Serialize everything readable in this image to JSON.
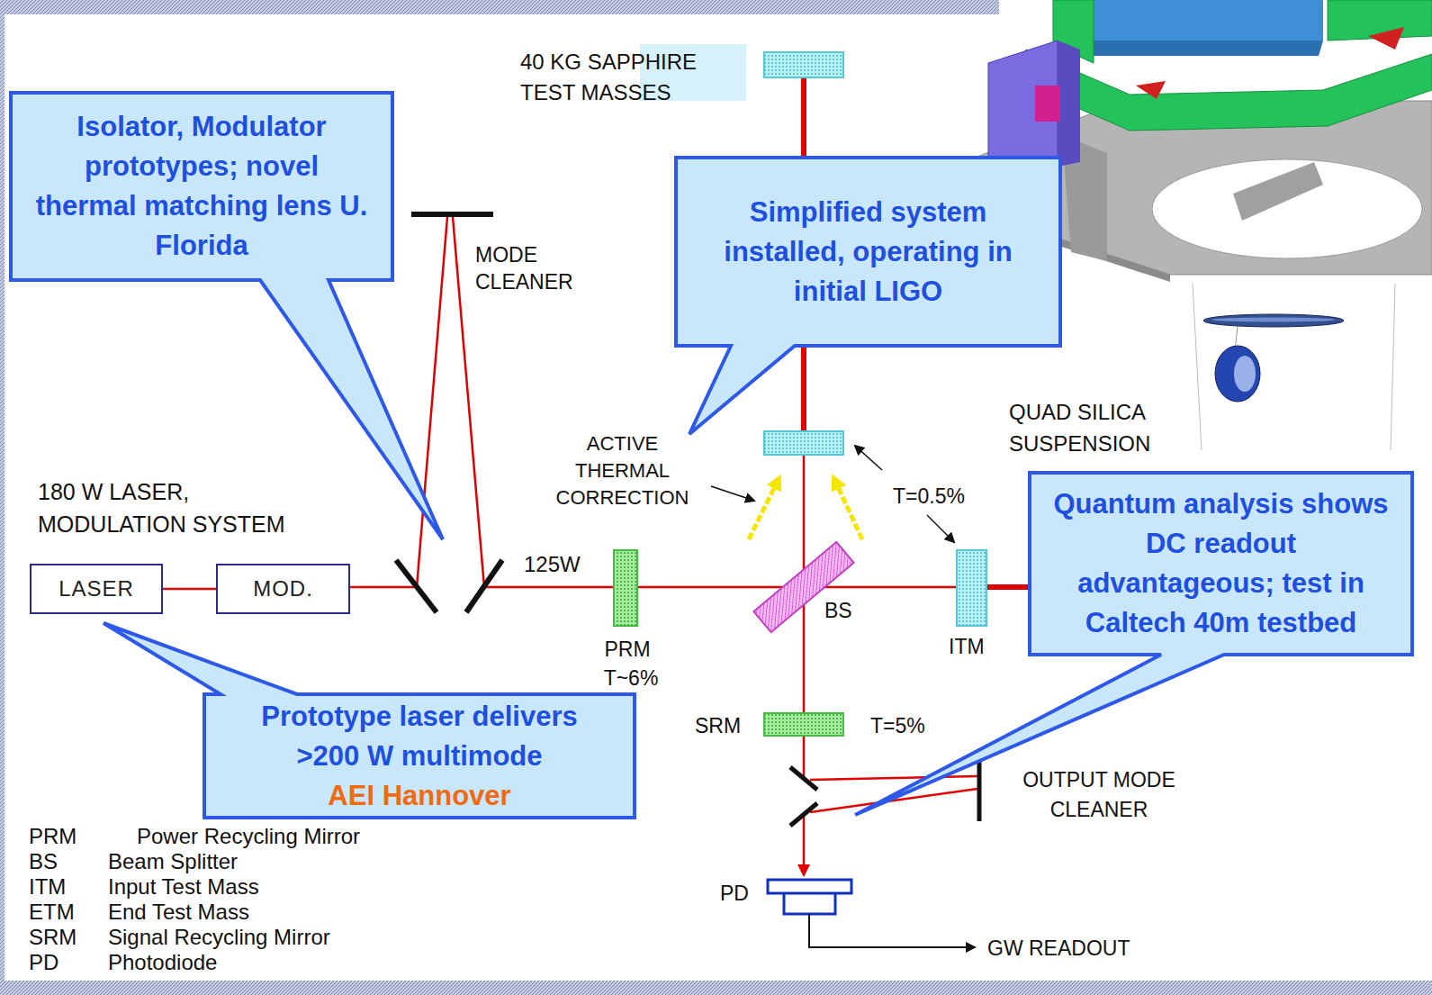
{
  "diagram": {
    "nodes": [
      {
        "text": [
          "Isolator, Modulator prototypes; novel thermal matching lens U. Florida"
        ]
      },
      {
        "text": [
          "Simplified system installed, operating in initial LIGO"
        ]
      },
      {
        "text": [
          "Quantum analysis shows DC readout advantageous; test in Caltech 40m testbed"
        ]
      },
      {
        "text": [
          "LASER"
        ]
      },
      {
        "text": [
          "MOD."
        ]
      },
      {
        "text": [
          "Prototype laser delivers >200 W multimode",
          "AEI Hannover"
        ]
      }
    ],
    "edges": [
      {
        "from": 3,
        "to": 4,
        "arrow": "none"
      }
    ],
    "labels": [
      "40 KG SAPPHIRE TEST MASSES",
      "180 W LASER, MODULATION SYSTEM",
      "125W",
      "ACTIVE THERMAL CORRECTION",
      "T=0.5%",
      "QUAD SILICA SUSPENSION",
      "PRM",
      "T~6%",
      "BS",
      "ITM",
      "SRM",
      "T=5%",
      "OUTPUT MODE CLEANER",
      "MODE CLEANER",
      "PD",
      "GW READOUT",
      "PRM",
      "Power Recycling Mirror",
      "BS",
      "Beam Splitter",
      "ITM",
      "Input Test Mass",
      "ETM",
      "End Test Mass",
      "SRM",
      "Signal Recycling Mirror",
      "PD",
      "Photodiode"
    ]
  }
}
